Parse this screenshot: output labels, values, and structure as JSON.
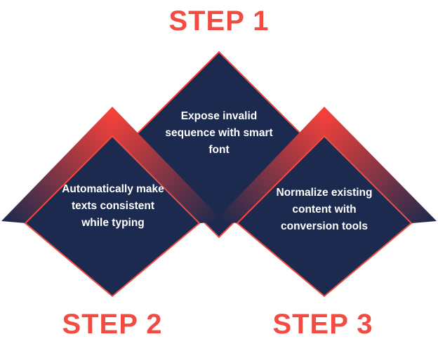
{
  "steps": [
    {
      "title": "STEP 1",
      "description": "Expose invalid sequence with smart font"
    },
    {
      "title": "STEP 2",
      "description": "Automatically make texts consistent while typing"
    },
    {
      "title": "STEP 3",
      "description": "Normalize existing content with conversion tools"
    }
  ],
  "colors": {
    "accent": "#f24b42",
    "navy": "#1b2a4e",
    "text": "#ffffff"
  }
}
